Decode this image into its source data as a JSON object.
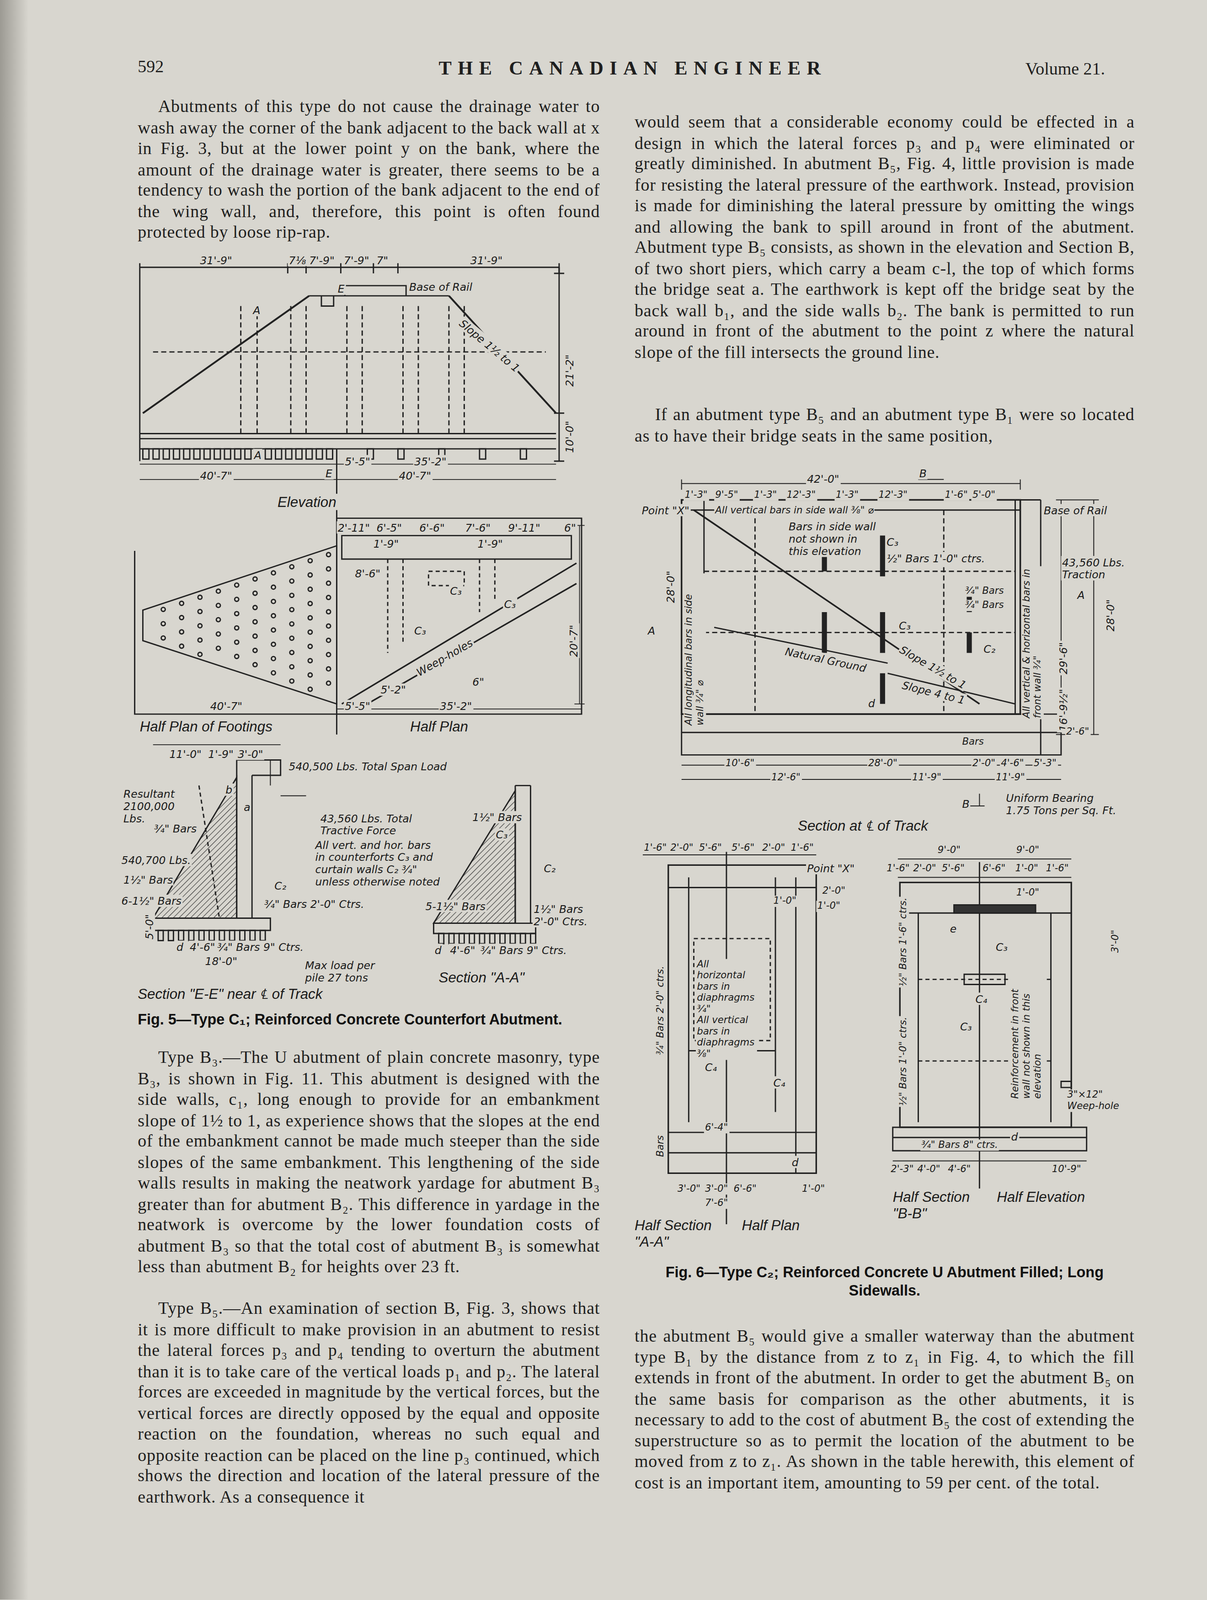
{
  "diagram": {
    "title": "THE CANADIAN ENGINEER",
    "labels": [
      "Abutments of this type do not cause the drainage water to wash away the corner of the bank adjacent to the back wall at x in Fig. 3, but at the lower point y on the bank, where the amount of the drainage water is greater, there seems to be a tendency to wash the portion of the bank adjacent to the end of the wing wall, and, therefore, this point is often found protected by loose rip-rap.",
      "Type B₃.—The U abutment of plain concrete masonry, type B₃, is shown in Fig. 11. This abutment is designed with the side walls, c₁, long enough to provide for an embankment slope of 1½ to 1, as experience shows that the slopes at the end of the embankment cannot be made much steeper than the side slopes of the same embankment. This lengthening of the side walls results in making the neatwork yardage for abutment B₃ greater than for abutment B₂. This difference in yardage in the neatwork is overcome by the lower foundation costs of abutment B₃ so that the total cost of abutment B₃ is somewhat less than abutment B₂ for heights over 23 ft.",
      "Type B₅.—An examination of section B, Fig. 3, shows that it is more difficult to make provision in an abutment to resist the lateral forces p₃ and p₄ tending to overturn the abutment than it is to take care of the vertical loads p₁ and p₂. The lateral forces are exceeded in magnitude by the vertical forces, but the vertical forces are directly opposed by the equal and opposite reaction on the foundation, whereas no such equal and opposite reaction can be placed on the line p₃ continued, which shows the direction and location of the lateral pressure of the earthwork. As a consequence it",
      "would seem that a considerable economy could be effected in a design in which the lateral forces p₃ and p₄ were eliminated or greatly diminished. In abutment B₅, Fig. 4, little provision is made for resisting the lateral pressure of the earthwork. Instead, provision is made for diminishing the lateral pressure by omitting the wings and allowing the bank to spill around in front of the abutment. Abutment type B₅ consists, as shown in the elevation and Section B, of two short piers, which carry a beam c-l, the top of which forms the bridge seat a. The earthwork is kept off the bridge seat by the back wall b₁, and the side walls b₂. The bank is permitted to run around in front of the abutment to the point z where the natural slope of the fill intersects the ground line.",
      "If an abutment type B₅ and an abutment type B₁ were so located as to have their bridge seats in the same position,",
      "the abutment B₅ would give a smaller waterway than the abutment type B₁ by the distance from z to z₁ in Fig. 4, to which the fill extends in front of the abutment. In order to get the abutment B₅ on the same basis for comparison as the other abutments, it is necessary to add to the cost of abutment B₅ the cost of extending the superstructure so as to permit the location of the abutment to be moved from z to z₁. As shown in the table herewith, this element of cost is an important item, amounting to 59 per cent. of the total.",
      "592",
      "Volume 21.",
      "Fig. 5—Type C₁; Reinforced Concrete Counterfort Abutment.",
      "Fig. 6—Type C₂; Reinforced Concrete U Abutment Filled; Long Sidewalls.",
      "31'-9\"",
      "7⅛",
      "7'-9\"",
      "7'-9\"",
      "7\"",
      "31'-9\"",
      "E",
      "Base of Rail",
      "A",
      "Slope 1½ to 1",
      "21'-2\"",
      "10'-0\"",
      "A",
      "E",
      "5'-5\"",
      "35'-2\"",
      "40'-7\"",
      "40'-7\"",
      "Elevation",
      "2'-11\"",
      "6'-5\"",
      "6'-6\"",
      "7'-6\"",
      "9'-11\"",
      "6\"",
      "1'-9\"",
      "1'-9\"",
      "8'-6\"",
      "C₃",
      "C₃",
      "C₃",
      "Weep-holes",
      "20'-7\"",
      "5'-2\"",
      "6\"",
      "40'-7\"",
      "5'-5\"",
      "35'-2\"",
      "Half Plan of Footings",
      "Half Plan",
      "11'-0\"",
      "1'-9\"",
      "3'-0\"",
      "540,500 Lbs. Total Span Load",
      "Resultant 2100,000 Lbs.",
      "¾\" Bars",
      "a",
      "b",
      "540,700 Lbs.",
      "1½\" Bars",
      "6-1½\" Bars",
      "5'-0\"",
      "d",
      "4'-6\"",
      "¾\" Bars 9\" Ctrs.",
      "18'-0\"",
      "Section \"E-E\" near ℄ of Track",
      "43,560 Lbs. Total Tractive Force",
      "All vert. and hor. bars in counterforts C₃ and curtain walls C₂ ¾\" unless otherwise noted",
      "Max load per pile 27 tons",
      "1½\" Bars",
      "C₃",
      "C₂",
      "1½\" Bars 2'-0\" Ctrs.",
      "5-1½\" Bars",
      "d",
      "4'-6\"",
      "¾\" Bars 9\" Ctrs.",
      "Section \"A-A\"",
      "C₂",
      "¾\" Bars 2'-0\" Ctrs.",
      "42'-0\"",
      "B",
      "1'-3\"",
      "9'-5\"",
      "1'-3\"",
      "12'-3\"",
      "1'-3\"",
      "12'-3\"",
      "1'-6\"",
      "5'-0\"",
      "Point \"X\"",
      "All vertical bars in side wall ⅜\" ⌀",
      "Base of Rail",
      "Bars in side wall not shown in this elevation",
      "C₃",
      "½\" Bars 1'-0\" ctrs.",
      "¾\" Bars",
      "¾\" Bars",
      "C₂",
      "C₃",
      "Slope 1½ to 1",
      "Natural Ground",
      "Slope 4 to 1",
      "d",
      "43,560 Lbs. Traction",
      "A",
      "28'-0\"",
      "A",
      "28'-0\"",
      "All longitudinal bars in side wall ¾\" ⌀",
      "All vertical & horizontal bars in front wall ¾\"",
      "29'-6\"",
      "16'-9½\"",
      "2'-6\"",
      "10'-6\"",
      "28'-0\"",
      "2'-0\"",
      "4'-6\"",
      "5'-3\"",
      "12'-6\"",
      "11'-9\"",
      "11'-9\"",
      "Bars",
      "B",
      "Uniform Bearing 1.75 Tons per Sq. Ft.",
      "Section at ℄ of Track",
      "1'-6\"",
      "2'-0\"",
      "5'-6\"",
      "5'-6\"",
      "2'-0\"",
      "1'-6\"",
      "Point \"X\"",
      "2'-0\"",
      "1'-0\"",
      "1'-0\"",
      "All horizontal bars in diaphragms ¾\"",
      "All vertical bars in diaphragms ⅜\"",
      "C₄",
      "C₄",
      "6'-4\"",
      "d",
      "3'-0\"",
      "3'-0\"",
      "6'-6\"",
      "1'-0\"",
      "7'-6\"",
      "¾\" Bars 2'-0\" ctrs.",
      "Bars",
      "Half Section \"A-A\"",
      "Half Plan",
      "9'-0\"",
      "9'-0\"",
      "1'-6\"",
      "2'-0\"",
      "5'-6\"",
      "6'-6\"",
      "1'-0\"",
      "1'-6\"",
      "1'-0\"",
      "e",
      "C₃",
      "C₄",
      "C₃",
      "½\" Bars 1'-6\" ctrs.",
      "½\" Bars 1'-0\" ctrs.",
      "Reinforcement in front wall not shown in this elevation",
      "3'-0\"",
      "3\"×12\" Weep-hole",
      "d",
      "¾\" Bars 8\" ctrs.",
      "2'-3\"",
      "4'-0\"",
      "4'-6\"",
      "10'-9\"",
      "Half Section \"B-B\"",
      "Half Elevation"
    ]
  }
}
